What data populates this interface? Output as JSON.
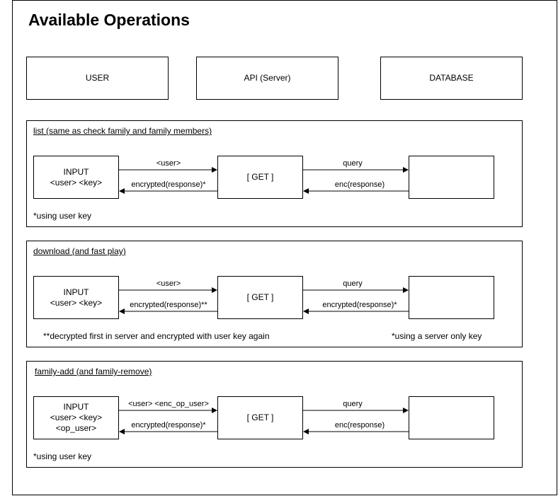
{
  "title": "Available Operations",
  "columns": {
    "user": "USER",
    "api": "API (Server)",
    "database": "DATABASE"
  },
  "sections": [
    {
      "title": "list (same as check family and family members)",
      "input_lines": [
        "INPUT",
        "<user> <key>"
      ],
      "method": "[ GET ]",
      "request_label": "<user>",
      "response_label": "encrypted(response)*",
      "query_label": "query",
      "db_response_label": "enc(response)",
      "notes": [
        "*using user key"
      ]
    },
    {
      "title": "download (and fast play)",
      "input_lines": [
        "INPUT",
        "<user> <key>"
      ],
      "method": "[ GET ]",
      "request_label": "<user>",
      "response_label": "encrypted(response)**",
      "query_label": "query",
      "db_response_label": "encrypted(response)*",
      "notes": [
        "**decrypted first in server and encrypted with user key again",
        "*using a server only key"
      ]
    },
    {
      "title": "family-add (and family-remove)",
      "input_lines": [
        "INPUT",
        "<user> <key>",
        "<op_user>"
      ],
      "method": "[ GET ]",
      "request_label": "<user> <enc_op_user>",
      "response_label": "encrypted(response)*",
      "query_label": "query",
      "db_response_label": "enc(response)",
      "notes": [
        "*using user key"
      ]
    }
  ]
}
